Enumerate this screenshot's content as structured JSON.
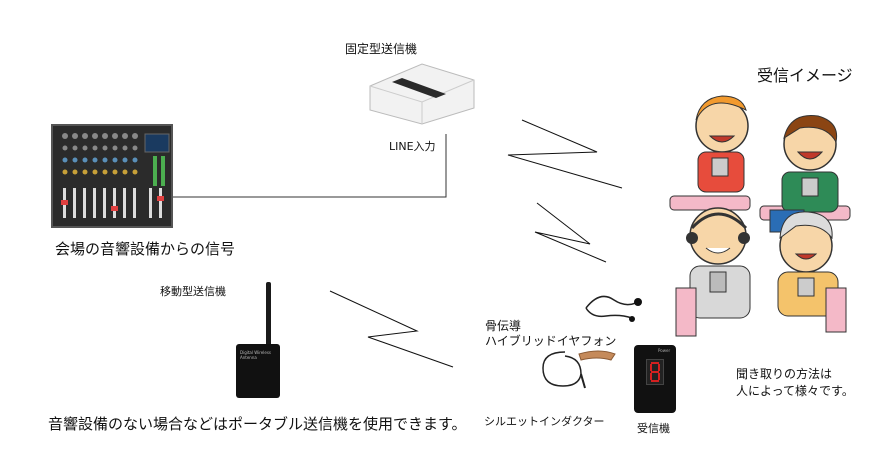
{
  "labels": {
    "fixed_transmitter": "固定型送信機",
    "line_input": "LINE入力",
    "reception_image": "受信イメージ",
    "venue_signal": "会場の音響設備からの信号",
    "portable_transmitter": "移動型送信機",
    "bone_conduction_line1": "骨伝導",
    "bone_conduction_line2": "ハイブリッドイヤフォン",
    "silhouette_inductor": "シルエットインダクター",
    "receiver": "受信機",
    "listening_line1": "聞き取りの方法は",
    "listening_line2": "人によって様々です。",
    "portable_note": "音響設備のない場合などはポータブル送信機を使用できます。",
    "portable_device_text": "Digital Wireless Antenna",
    "receiver_brand": "Power"
  },
  "colors": {
    "line": "#333333",
    "mixer_body": "#2b2b2b",
    "transmitter_body": "#eeeeee",
    "receiver_display": "#d42020",
    "earhook": "#c58a5a"
  }
}
